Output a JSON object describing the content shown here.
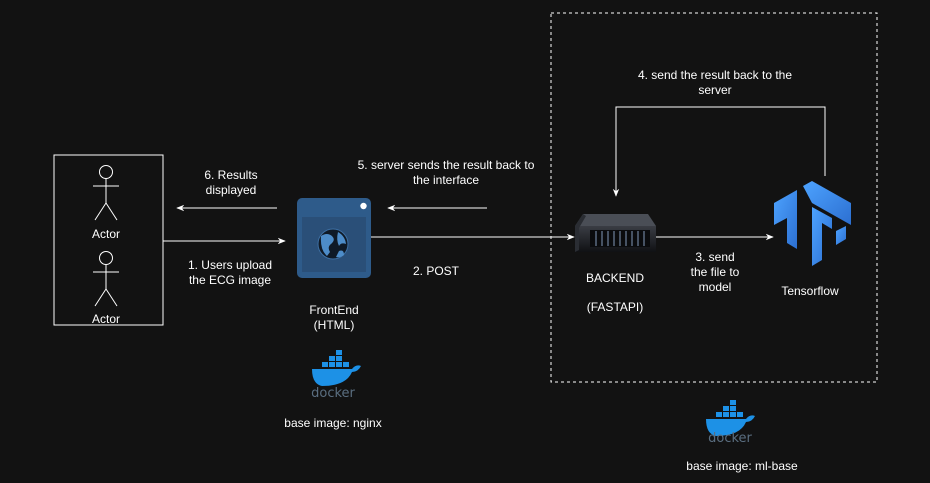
{
  "actors": [
    {
      "label": "Actor"
    },
    {
      "label": "Actor"
    }
  ],
  "frontend": {
    "name": "FrontEnd",
    "tech": "(HTML)",
    "docker_word": "docker",
    "base_image": "base image: nginx"
  },
  "backend": {
    "name": "BACKEND",
    "tech": "(FASTAPI)",
    "docker_word": "docker",
    "base_image": "base image: ml-base"
  },
  "model": {
    "name": "Tensorflow"
  },
  "steps": {
    "s1": [
      "1. Users upload",
      "the ECG image"
    ],
    "s2": [
      "2. POST"
    ],
    "s3": [
      "3. send",
      "the file to",
      "model"
    ],
    "s4": [
      "4. send the result back to the",
      "server"
    ],
    "s5": [
      "5. server sends the result back to",
      "the interface"
    ],
    "s6": [
      "6. Results",
      "displayed"
    ]
  },
  "colors": {
    "background": "#121212",
    "line": "#ffffff",
    "frontend_icon": "#2e5b8a",
    "tensorflow_blue": "#3d8ae8",
    "docker_blue": "#1d91e6",
    "server_dark": "#1a1c20"
  }
}
